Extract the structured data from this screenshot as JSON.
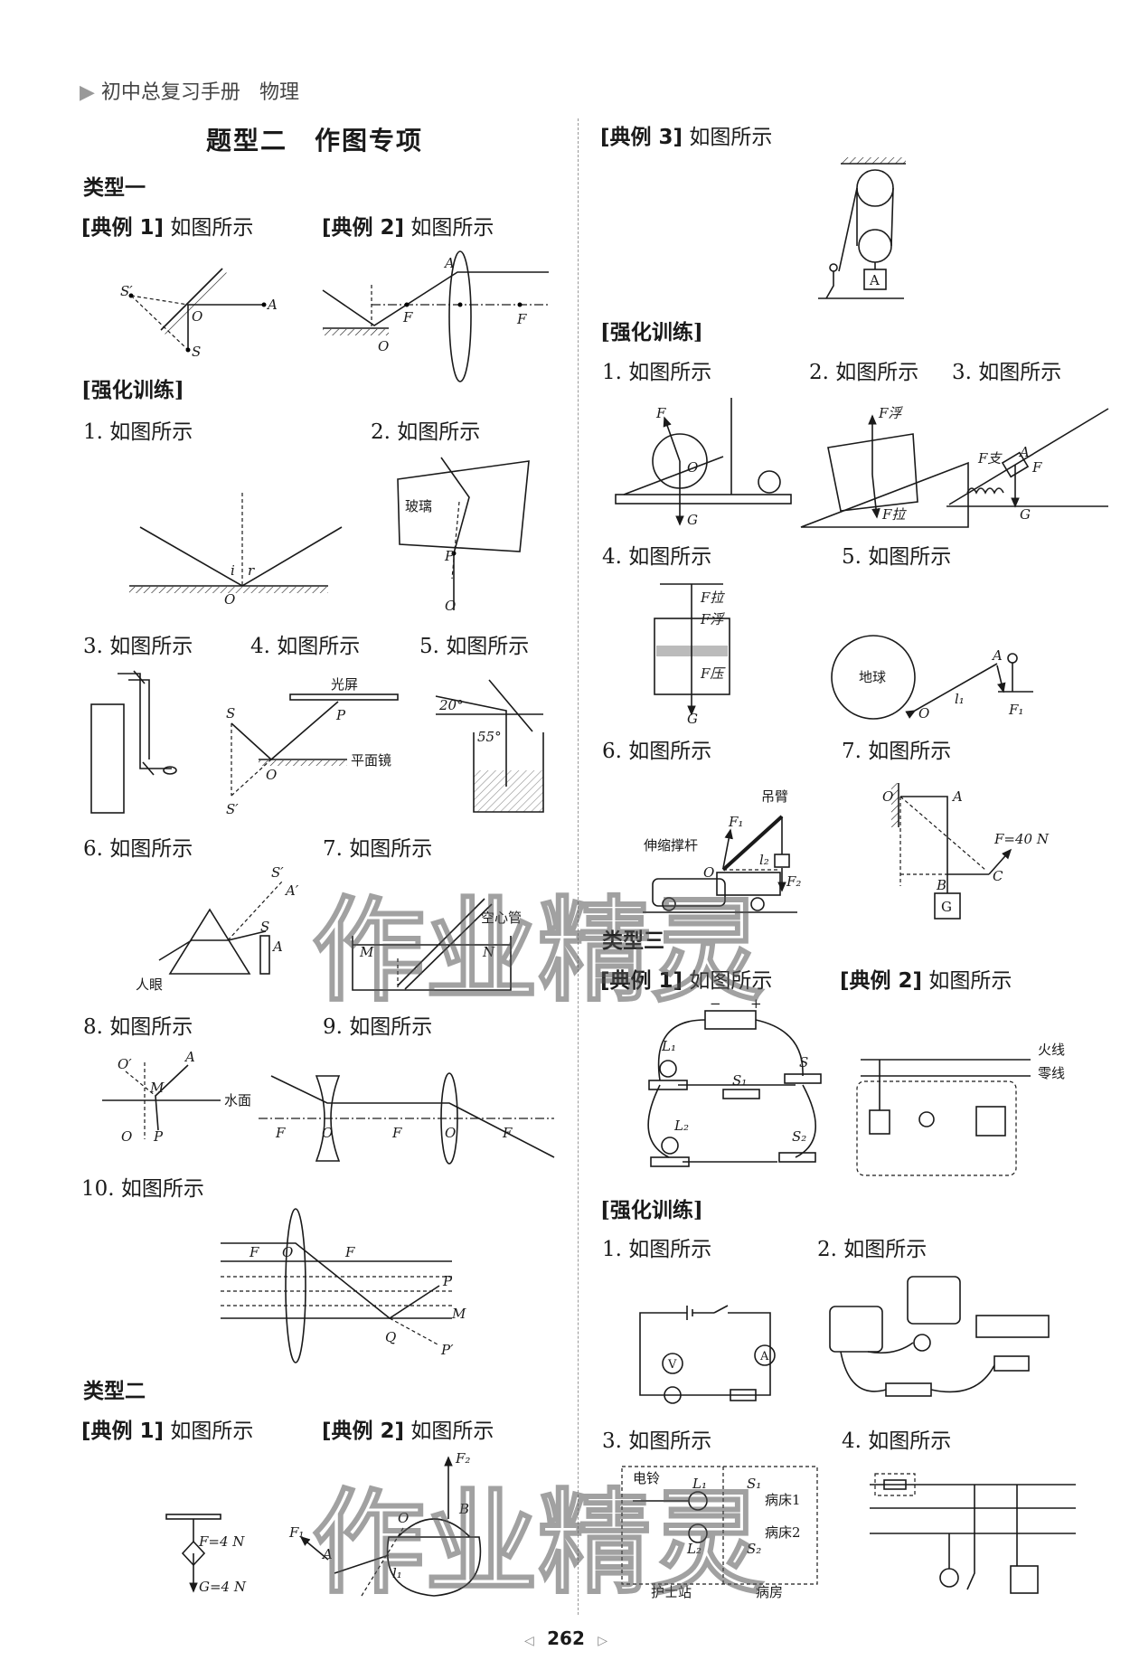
{
  "header": {
    "book": "初中总复习手册",
    "subject": "物理"
  },
  "title": "题型二　作图专项",
  "sections": {
    "type1": "类型一",
    "type2": "类型二",
    "type3": "类型三"
  },
  "captions": {
    "t1_ex1": {
      "tag": "[典例 1]",
      "text": "如图所示"
    },
    "t1_ex2": {
      "tag": "[典例 2]",
      "text": "如图所示"
    },
    "t1_train": "[强化训练]",
    "t1_q": [
      "1. 如图所示",
      "2. 如图所示",
      "3. 如图所示",
      "4. 如图所示",
      "5. 如图所示",
      "6. 如图所示",
      "7. 如图所示",
      "8. 如图所示",
      "9. 如图所示",
      "10. 如图所示"
    ],
    "t2_ex1": {
      "tag": "[典例 1]",
      "text": "如图所示"
    },
    "t2_ex2": {
      "tag": "[典例 2]",
      "text": "如图所示"
    },
    "t2_ex3": {
      "tag": "[典例 3]",
      "text": "如图所示"
    },
    "t2_train": "[强化训练]",
    "t2_q": [
      "1. 如图所示",
      "2. 如图所示",
      "3. 如图所示",
      "4. 如图所示",
      "5. 如图所示",
      "6. 如图所示",
      "7. 如图所示"
    ],
    "t3_ex1": {
      "tag": "[典例 1]",
      "text": "如图所示"
    },
    "t3_ex2": {
      "tag": "[典例 2]",
      "text": "如图所示"
    },
    "t3_train": "[强化训练]",
    "t3_q": [
      "1. 如图所示",
      "2. 如图所示",
      "3. 如图所示",
      "4. 如图所示"
    ]
  },
  "diagrams": {
    "ex1_1": [
      "S′",
      "O",
      "A",
      "S"
    ],
    "ex1_2": [
      "A",
      "F",
      "O",
      "F"
    ],
    "q1": [
      "i",
      "r",
      "O"
    ],
    "q2": [
      "玻璃",
      "P",
      "O"
    ],
    "q4": [
      "光屏",
      "S",
      "P",
      "O",
      "平面镜",
      "S′"
    ],
    "q5": [
      "20°",
      "55°"
    ],
    "q6": [
      "S′",
      "A′",
      "S",
      "A",
      "人眼"
    ],
    "q7": [
      "空心管",
      "M",
      "N"
    ],
    "q8": [
      "O′",
      "A",
      "M",
      "水面",
      "O",
      "P"
    ],
    "q9": [
      "F",
      "O",
      "F",
      "O",
      "F"
    ],
    "q10": [
      "F",
      "O",
      "F",
      "P",
      "M",
      "Q",
      "P′"
    ],
    "t2ex1": [
      "F=4 N",
      "G=4 N"
    ],
    "t2ex2": [
      "F₂",
      "B",
      "O",
      "F₁",
      "A",
      "l₁"
    ],
    "t2ex3": [
      "A"
    ],
    "r1": [
      "F",
      "O",
      "G"
    ],
    "r2": [
      "F浮",
      "F拉"
    ],
    "r3": [
      "F支",
      "A",
      "F",
      "G"
    ],
    "r4": [
      "F拉",
      "F浮",
      "F压",
      "G"
    ],
    "r5": [
      "地球",
      "A",
      "O",
      "l₁",
      "F₁"
    ],
    "r6": [
      "吊臂",
      "F₁",
      "伸缩撑杆",
      "O",
      "l₂",
      "F₂"
    ],
    "r7": [
      "O",
      "A",
      "F=40 N",
      "B",
      "C",
      "G"
    ],
    "t3ex1": [
      "L₁",
      "S",
      "S₁",
      "L₂",
      "S₂",
      "−",
      "+"
    ],
    "t3ex2": [
      "火线",
      "零线"
    ],
    "c1": [
      "V",
      "A"
    ],
    "c3": [
      "电铃",
      "L₁",
      "S₁",
      "病床1",
      "病床2",
      "L₂",
      "S₂",
      "护士站",
      "病房"
    ]
  },
  "watermark": "作业精灵",
  "footer": {
    "page": "262",
    "prev": "◁",
    "next": "▷"
  }
}
